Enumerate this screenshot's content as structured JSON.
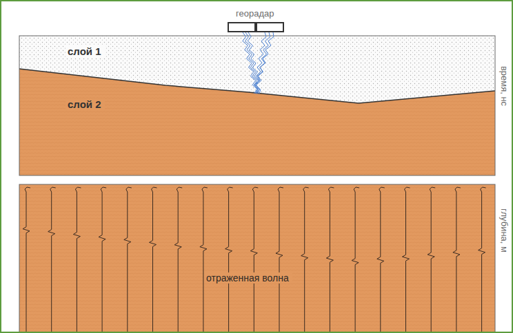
{
  "diagram": {
    "nodes": [
      {
        "text": [
          "георадар"
        ]
      },
      {
        "text": [
          "слой 1"
        ]
      },
      {
        "text": [
          "слой 2"
        ]
      },
      {
        "text": [
          "отраженная волна"
        ]
      }
    ],
    "labels": [
      "время, нс",
      "глубина, м"
    ]
  }
}
